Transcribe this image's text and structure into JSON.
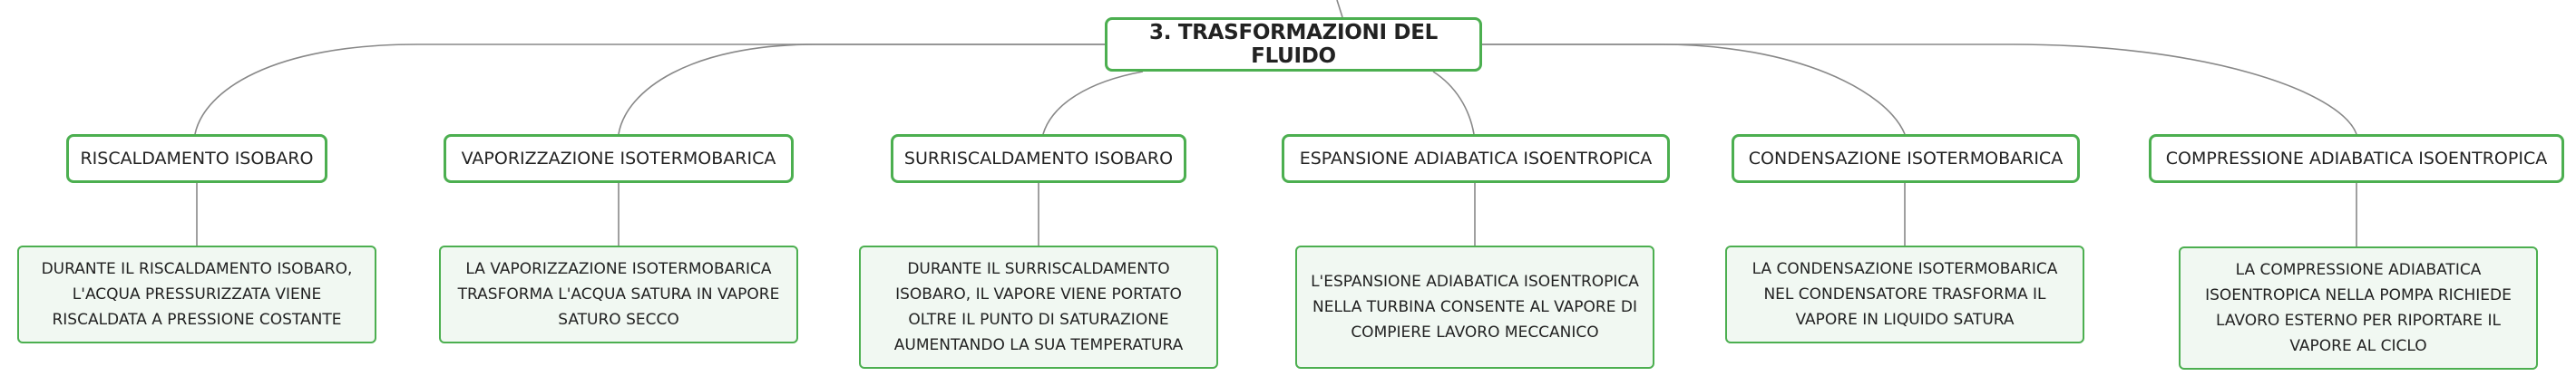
{
  "root": {
    "label": "3. TRASFORMAZIONI DEL FLUIDO"
  },
  "branches": [
    {
      "label": "RISCALDAMENTO ISOBARO",
      "detail": "DURANTE IL RISCALDAMENTO ISOBARO, L'ACQUA PRESSURIZZATA VIENE RISCALDATA A PRESSIONE COSTANTE"
    },
    {
      "label": "VAPORIZZAZIONE ISOTERMOBARICA",
      "detail": "LA VAPORIZZAZIONE ISOTERMOBARICA TRASFORMA L'ACQUA SATURA IN VAPORE SATURO SECCO"
    },
    {
      "label": "SURRISCALDAMENTO ISOBARO",
      "detail": "DURANTE IL SURRISCALDAMENTO ISOBARO, IL VAPORE VIENE PORTATO OLTRE IL PUNTO DI SATURAZIONE AUMENTANDO LA SUA TEMPERATURA"
    },
    {
      "label": "ESPANSIONE ADIABATICA ISOENTROPICA",
      "detail": "L'ESPANSIONE ADIABATICA ISOENTROPICA NELLA TURBINA CONSENTE AL VAPORE DI COMPIERE LAVORO MECCANICO"
    },
    {
      "label": "CONDENSAZIONE ISOTERMOBARICA",
      "detail": "LA CONDENSAZIONE ISOTERMOBARICA NEL CONDENSATORE TRASFORMA IL VAPORE IN LIQUIDO SATURA"
    },
    {
      "label": "COMPRESSIONE ADIABATICA ISOENTROPICA",
      "detail": "LA COMPRESSIONE ADIABATICA ISOENTROPICA NELLA POMPA RICHIEDE LAVORO ESTERNO PER RIPORTARE IL VAPORE AL CICLO"
    }
  ],
  "colors": {
    "border": "#4caf50",
    "connector": "#888888",
    "leaf_bg": "#f1f8f2"
  }
}
